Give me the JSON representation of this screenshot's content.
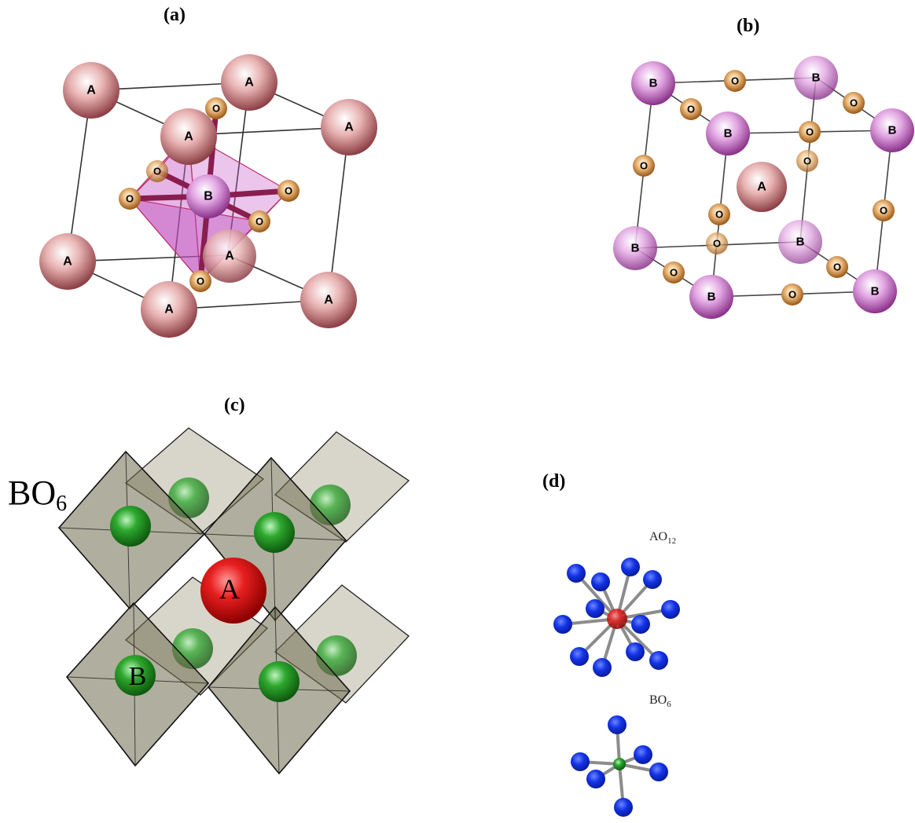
{
  "panels": {
    "a": {
      "label": "(a)",
      "atom_A": "A",
      "atom_B": "B",
      "atom_O": "O"
    },
    "b": {
      "label": "(b)",
      "atom_A": "A",
      "atom_B": "B",
      "atom_O": "O"
    },
    "c": {
      "label": "(c)",
      "octahedron_label": "BO",
      "octahedron_sub": "6",
      "atom_A": "A",
      "atom_B": "B"
    },
    "d": {
      "label": "(d)",
      "ao12_main": "AO",
      "ao12_sub": "12",
      "bo6_main": "BO",
      "bo6_sub": "6"
    }
  },
  "colors": {
    "A_atom_a": "#c97b7b",
    "B_atom": "#c86cc8",
    "O_atom": "#d88a34",
    "octahedron_fill": "#c75ac7",
    "A_atom_c": "#e01b1b",
    "B_atom_c": "#2a9a2a",
    "octa_c": "#8f8c6a",
    "O_atom_d": "#1230e0"
  }
}
